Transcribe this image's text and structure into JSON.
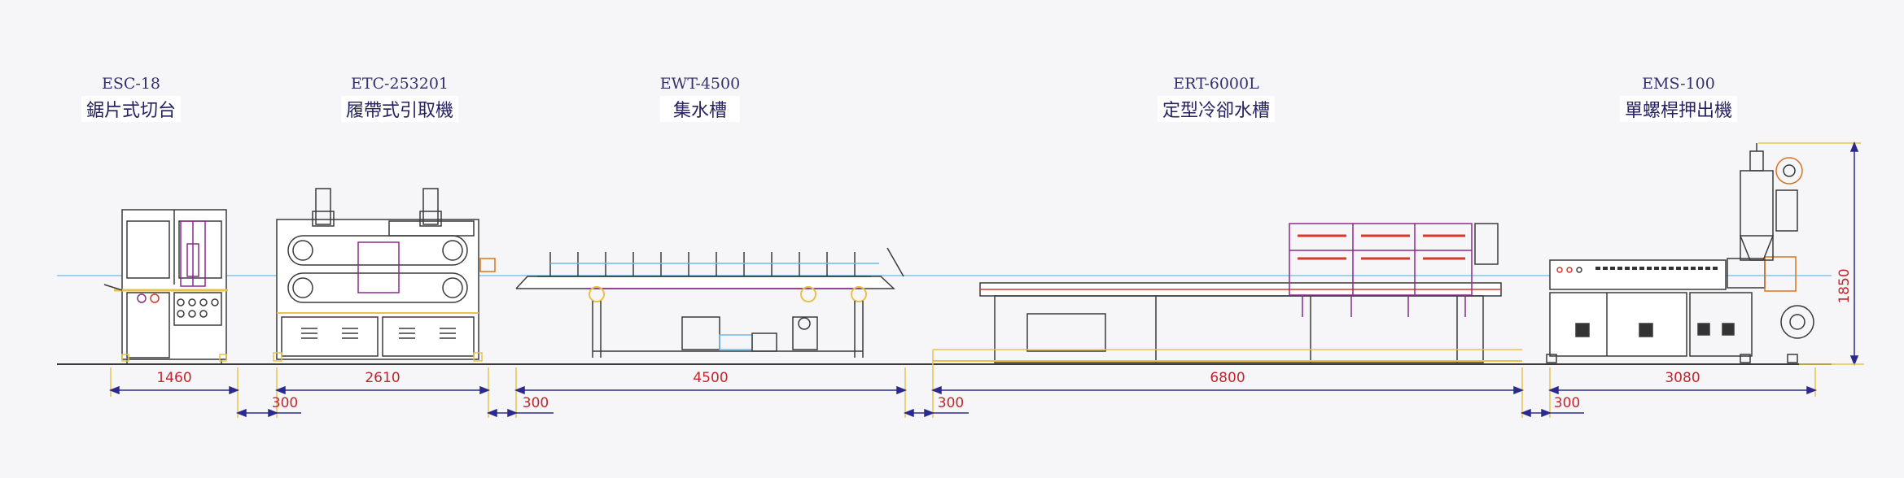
{
  "machines": [
    {
      "code": "ESC-18",
      "name": "鋸片式切台"
    },
    {
      "code": "ETC-253201",
      "name": "履帶式引取機"
    },
    {
      "code": "EWT-4500",
      "name": "集水槽"
    },
    {
      "code": "ERT-6000L",
      "name": "定型冷卻水槽"
    },
    {
      "code": "EMS-100",
      "name": "單螺桿押出機"
    }
  ],
  "dimensions": {
    "cutter_len": "1460",
    "gap1": "300",
    "puller_len": "2610",
    "gap2": "300",
    "tank_len": "4500",
    "gap3": "300",
    "cooling_len": "6800",
    "gap4": "300",
    "extruder_len": "3080",
    "height": "1850"
  },
  "colors": {
    "line": "#3a3a3a",
    "dimension": "#2b2a8c",
    "dimension_text": "#c0272d",
    "yellow": "#e6c34a",
    "purple": "#8b2a8c",
    "axis": "#6fb8e6",
    "red": "#d23a2a",
    "orange": "#d9731f"
  }
}
